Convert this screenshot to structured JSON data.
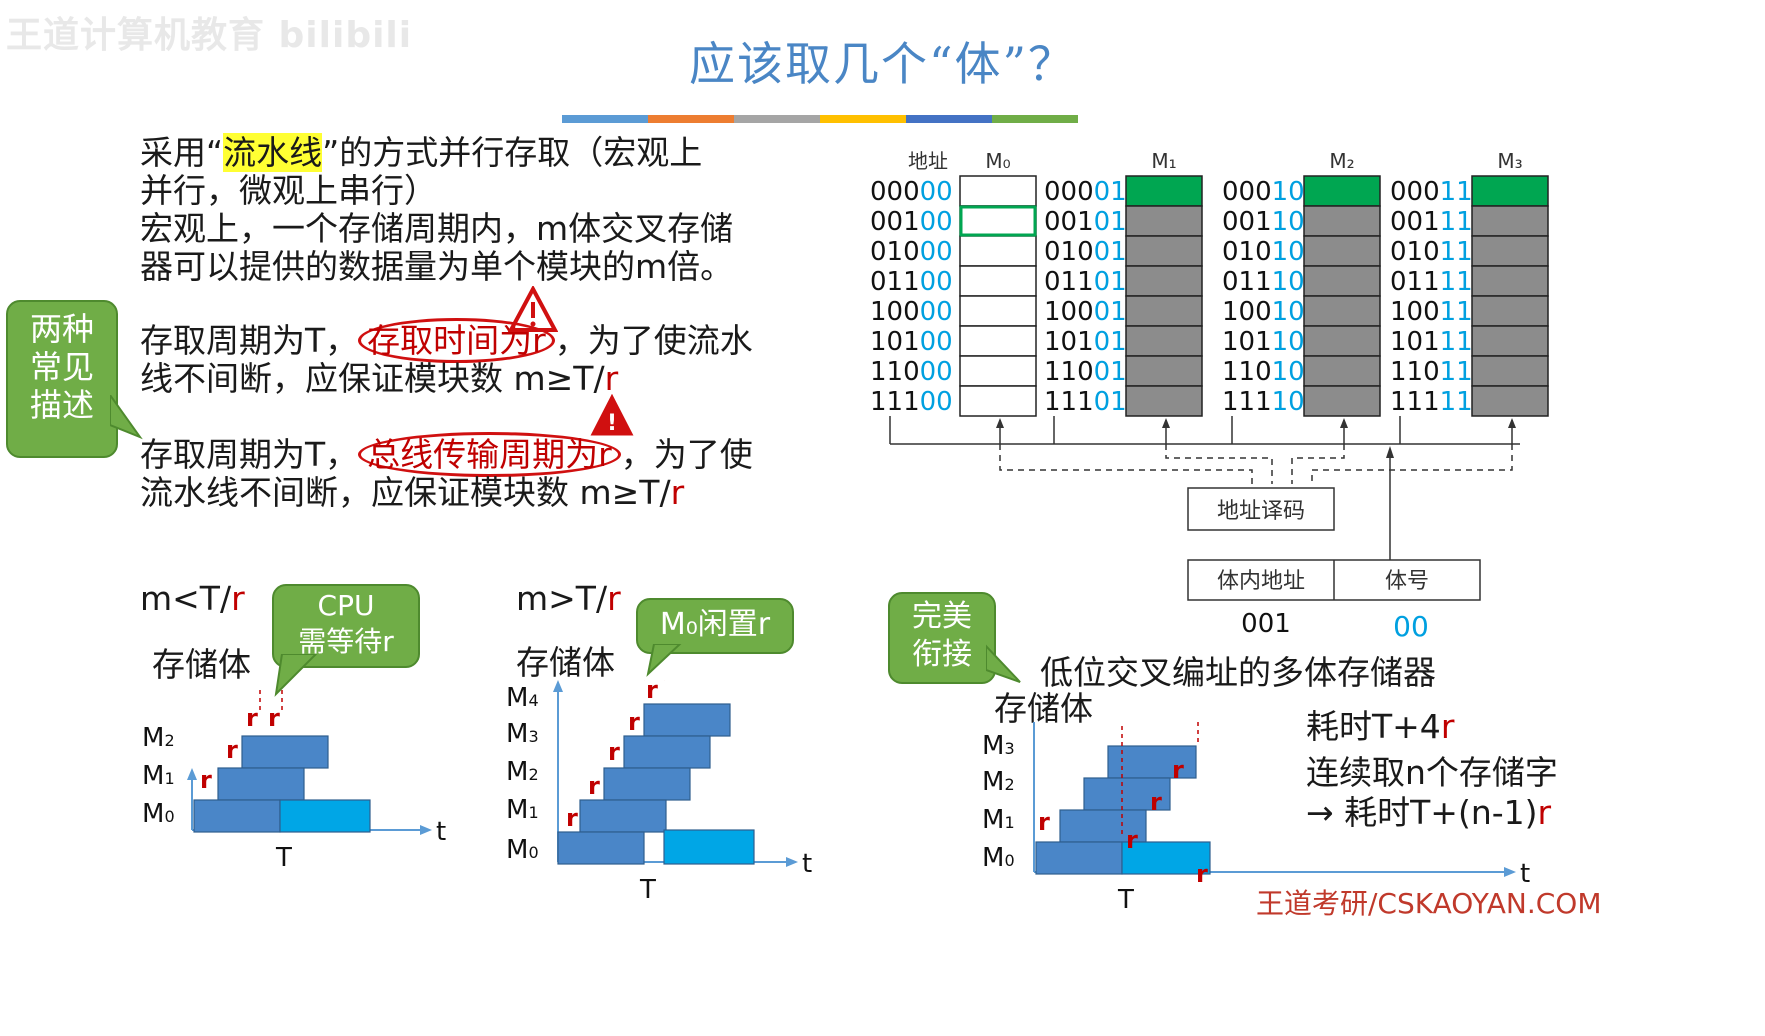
{
  "header": {
    "watermark": "王道计算机教育 bilibili",
    "title": "应该取几个“体”？",
    "color_bars": [
      "#5b9bd5",
      "#ed7d31",
      "#a5a5a5",
      "#ffc000",
      "#4472c4",
      "#70ad47"
    ]
  },
  "paragraphs": {
    "p1_pre": "采用“",
    "p1_hl": "流水线",
    "p1_post": "”的方式并行存取（宏观上",
    "p1_line2": "并行，微观上串行）",
    "p2_line1": "宏观上，一个存储周期内，m体交叉存储",
    "p2_line2": "器可以提供的数据量为单个模块的m倍。",
    "p3_pre": "存取周期为T，",
    "p3_circ": "存取时间为r",
    "p3_post": "，为了使流水",
    "p3_line2_pre": "线不间断，应保证模块数 m≥T/",
    "p3_line2_r": "r",
    "p4_pre": "存取周期为T，",
    "p4_circ": "总线传输周期为r",
    "p4_post": "，为了使",
    "p4_line2_pre": "流水线不间断，应保证模块数 m≥T/",
    "p4_line2_r": "r"
  },
  "callouts": {
    "two_kinds": "两种常见描述",
    "two_kinds_lines": [
      "两种",
      "常见",
      "描述"
    ],
    "cpu_wait": [
      "CPU",
      "需等待r"
    ],
    "m0_idle": "M₀闲置r",
    "perfect": [
      "完美",
      "衔接"
    ]
  },
  "memory_diagram": {
    "addr_header": "地址",
    "modules": [
      "M₀",
      "M₁",
      "M₂",
      "M₃"
    ],
    "addr_prefixes": [
      "000",
      "001",
      "010",
      "011",
      "100",
      "101",
      "110",
      "111"
    ],
    "module_suffixes": [
      "00",
      "01",
      "10",
      "11"
    ],
    "decoder_label": "地址译码",
    "inner_addr_label": "体内地址",
    "bank_no_label": "体号",
    "inner_addr_value": "001",
    "bank_no_value": "00",
    "caption": "低位交叉编址的多体存储器"
  },
  "charts": {
    "c1_cond_pre": "m<T/",
    "c1_cond_r": "r",
    "c2_cond_pre": "m>T/",
    "c2_cond_r": "r",
    "y_label": "存储体",
    "t_label": "t",
    "T_label": "T",
    "r_label": "r"
  },
  "right_notes": {
    "time1_pre": "耗时T+4",
    "time1_r": "r",
    "cont": "连续取n个存储字",
    "time2_pre": "→ 耗时T+(n-1)",
    "time2_r": "r"
  },
  "footer": {
    "brand": "王道考研/CSKAOYAN.COM"
  },
  "colors": {
    "blue_block": "#4a86c8",
    "light_block": "#00a6e6",
    "green_cell": "#00a651",
    "gray_cell": "#8c8c8c",
    "accent_cyan": "#00a0e0",
    "red": "#c00000"
  }
}
